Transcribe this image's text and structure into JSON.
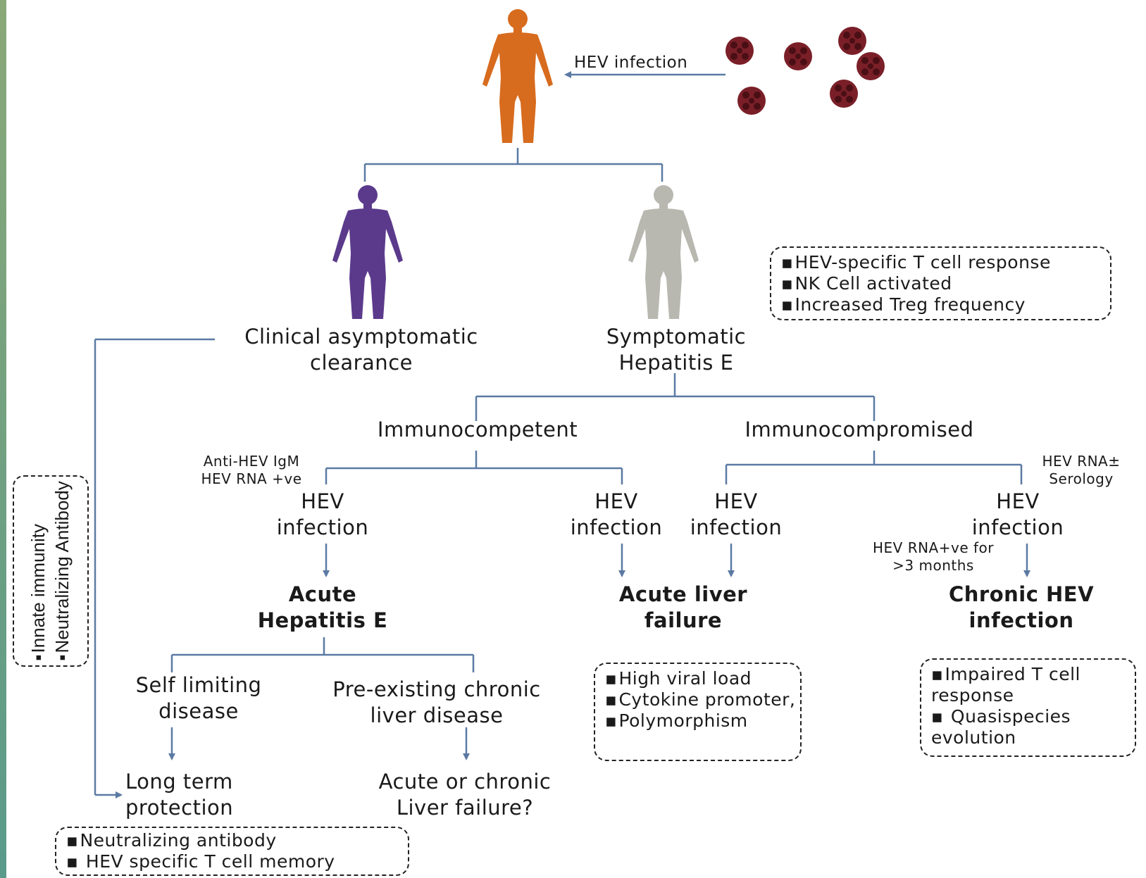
{
  "infection_label": "HEV infection",
  "colors": {
    "infected_person": "#d76b1e",
    "asymptomatic_person": "#5b3a8c",
    "symptomatic_person": "#b8b8b0",
    "virus": "#7a1f28",
    "connector_line": "#5b7aa3"
  },
  "branches": {
    "asymptomatic": "Clinical asymptomatic\nclearance",
    "symptomatic": "Symptomatic\nHepatitis E"
  },
  "symptomatic_subgroups": {
    "immunocompetent": "Immunocompetent",
    "immunocompromised": "Immunocompromised"
  },
  "markers": {
    "igm": "Anti-HEV IgM\nHEV RNA +ve",
    "rna_serology": "HEV RNA±\nSerology",
    "rna_months": "HEV RNA+ve for\n>3 months"
  },
  "hev_infection_nodes": [
    "HEV\ninfection",
    "HEV\ninfection",
    "HEV\ninfection",
    "HEV\ninfection"
  ],
  "outcomes": {
    "acute_hepatitis": "Acute\nHepatitis E",
    "acute_liver_failure": "Acute liver\nfailure",
    "chronic": "Chronic HEV\ninfection"
  },
  "acute_hepatitis_branches": {
    "self_limiting": "Self limiting\ndisease",
    "preexisting": "Pre-existing chronic\nliver disease"
  },
  "final_outcomes": {
    "long_term": "Long term\nprotection",
    "liver_failure": "Acute or chronic\nLiver failure?"
  },
  "boxes": {
    "tcell_response": [
      "HEV-specific T cell response",
      "NK Cell activated",
      "Increased Treg frequency"
    ],
    "left_immunity": [
      "Innate immunity",
      "Neutralizing Antibody"
    ],
    "liver_failure_factors": [
      "High viral load",
      "Cytokine promoter,",
      "Polymorphism"
    ],
    "chronic_factors": [
      "Impaired T cell response",
      " Quasispecies evolution"
    ],
    "protection_factors": [
      "Neutralizing antibody",
      " HEV specific T cell memory"
    ]
  }
}
